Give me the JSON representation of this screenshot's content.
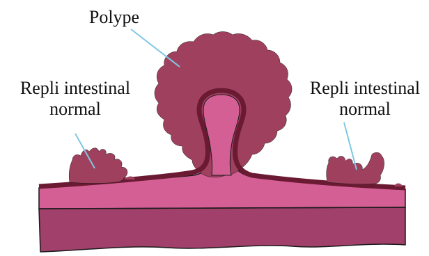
{
  "labels": {
    "polyp": "Polype",
    "left_fold": {
      "line1": "Repli intestinal",
      "line2": "normal"
    },
    "right_fold": {
      "line1": "Repli intestinal",
      "line2": "normal"
    }
  },
  "colors": {
    "polyp_head": "#a0405f",
    "lining_dark": "#6b1a33",
    "mucosa_pink": "#d45f95",
    "muscle_layer": "#a0406b",
    "outline": "#1a1a1a",
    "leader_line": "#7ec8e3"
  }
}
